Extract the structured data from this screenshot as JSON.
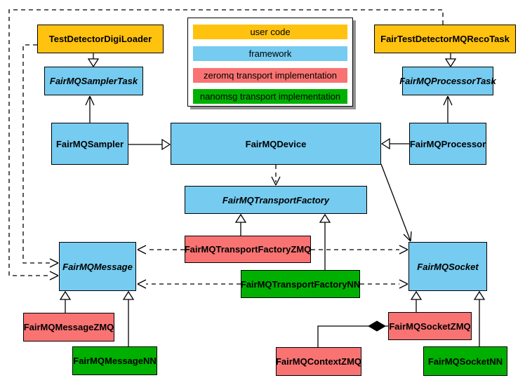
{
  "legend": {
    "items": [
      {
        "label": "user code",
        "color": "#FFC20E"
      },
      {
        "label": "framework",
        "color": "#75CBF0"
      },
      {
        "label": "zeromq transport implementation",
        "color": "#F97373"
      },
      {
        "label": "nanomsg transport implementation",
        "color": "#00B000"
      }
    ]
  },
  "nodes": {
    "testDetectorDigiLoader": "TestDetectorDigiLoader",
    "fairTestDetectorMQRecoTask": "FairTestDetectorMQRecoTask",
    "fairMQSamplerTask": "FairMQSamplerTask",
    "fairMQProcessorTask": "FairMQProcessorTask",
    "fairMQSampler": "FairMQSampler",
    "fairMQDevice": "FairMQDevice",
    "fairMQProcessor": "FairMQProcessor",
    "fairMQTransportFactory": "FairMQTransportFactory",
    "fairMQTransportFactoryZMQ": "FairMQTransportFactoryZMQ",
    "fairMQTransportFactoryNN": "FairMQTransportFactoryNN",
    "fairMQMessage": "FairMQMessage",
    "fairMQSocket": "FairMQSocket",
    "fairMQMessageZMQ": "FairMQMessageZMQ",
    "fairMQMessageNN": "FairMQMessageNN",
    "fairMQSocketZMQ": "FairMQSocketZMQ",
    "fairMQContextZMQ": "FairMQContextZMQ",
    "fairMQSocketNN": "FairMQSocketNN"
  },
  "abstract_nodes": [
    "FairMQSamplerTask",
    "FairMQProcessorTask",
    "FairMQTransportFactory",
    "FairMQMessage",
    "FairMQSocket"
  ],
  "edges": [
    {
      "from": "TestDetectorDigiLoader",
      "to": "FairMQSamplerTask",
      "type": "inheritance"
    },
    {
      "from": "FairTestDetectorMQRecoTask",
      "to": "FairMQProcessorTask",
      "type": "inheritance"
    },
    {
      "from": "FairMQSampler",
      "to": "FairMQSamplerTask",
      "type": "association"
    },
    {
      "from": "FairMQProcessor",
      "to": "FairMQProcessorTask",
      "type": "association"
    },
    {
      "from": "FairMQSampler",
      "to": "FairMQDevice",
      "type": "inheritance"
    },
    {
      "from": "FairMQProcessor",
      "to": "FairMQDevice",
      "type": "inheritance"
    },
    {
      "from": "FairMQDevice",
      "to": "FairMQTransportFactory",
      "type": "dependency"
    },
    {
      "from": "FairMQDevice",
      "to": "FairMQSocket",
      "type": "association"
    },
    {
      "from": "FairMQTransportFactoryZMQ",
      "to": "FairMQTransportFactory",
      "type": "inheritance"
    },
    {
      "from": "FairMQTransportFactoryNN",
      "to": "FairMQTransportFactory",
      "type": "inheritance"
    },
    {
      "from": "FairMQTransportFactoryZMQ",
      "to": "FairMQMessage",
      "type": "dependency"
    },
    {
      "from": "FairMQTransportFactoryZMQ",
      "to": "FairMQSocket",
      "type": "dependency"
    },
    {
      "from": "FairMQTransportFactoryNN",
      "to": "FairMQMessage",
      "type": "dependency"
    },
    {
      "from": "FairMQTransportFactoryNN",
      "to": "FairMQSocket",
      "type": "dependency"
    },
    {
      "from": "TestDetectorDigiLoader",
      "to": "FairMQMessage",
      "type": "dependency"
    },
    {
      "from": "FairTestDetectorMQRecoTask",
      "to": "FairMQMessage",
      "type": "dependency"
    },
    {
      "from": "FairMQMessageZMQ",
      "to": "FairMQMessage",
      "type": "inheritance"
    },
    {
      "from": "FairMQMessageNN",
      "to": "FairMQMessage",
      "type": "inheritance"
    },
    {
      "from": "FairMQSocketZMQ",
      "to": "FairMQSocket",
      "type": "inheritance"
    },
    {
      "from": "FairMQSocketNN",
      "to": "FairMQSocket",
      "type": "inheritance"
    },
    {
      "from": "FairMQSocketZMQ",
      "to": "FairMQContextZMQ",
      "type": "composition"
    }
  ]
}
